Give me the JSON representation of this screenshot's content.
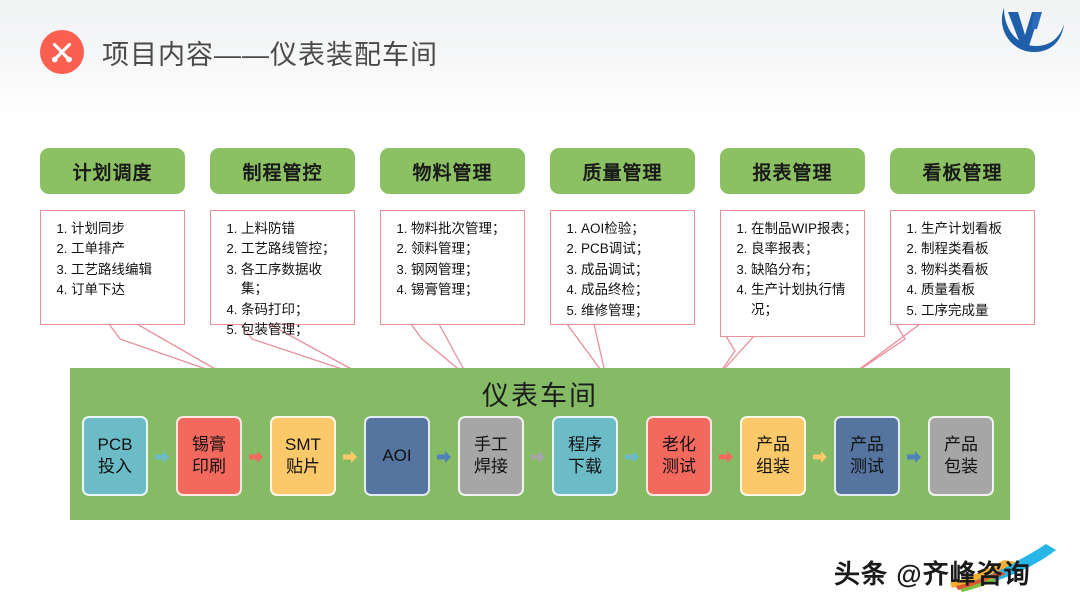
{
  "slide": {
    "title": "项目内容——仪表装配车间",
    "title_icon": "crossed-tools-icon",
    "brand_logo": "w-letter-logo",
    "accent_red": "#f9604f",
    "green_pill": "#8CC163",
    "green_band": "#84BB64",
    "callout_border": "#e8909a"
  },
  "modules": [
    {
      "id": "plan-scheduling",
      "title": "计划调度",
      "items": [
        "计划同步",
        "工单排产",
        "工艺路线编辑",
        "订单下达"
      ]
    },
    {
      "id": "process-control",
      "title": "制程管控",
      "items": [
        "上料防错",
        "工艺路线管控；",
        "各工序数据收集；",
        "条码打印；",
        "包装管理；"
      ]
    },
    {
      "id": "material-management",
      "title": "物料管理",
      "items": [
        "物料批次管理；",
        "领料管理；",
        "钢网管理；",
        "锡膏管理；"
      ]
    },
    {
      "id": "quality-management",
      "title": "质量管理",
      "items": [
        "AOI检验；",
        "PCB调试；",
        "成品调试；",
        "成品终检；",
        "维修管理；"
      ]
    },
    {
      "id": "report-management",
      "title": "报表管理",
      "items": [
        "在制品WIP报表；",
        "良率报表；",
        "缺陷分布；",
        "生产计划执行情况；"
      ]
    },
    {
      "id": "kanban-management",
      "title": "看板管理",
      "items": [
        "生产计划看板",
        "制程类看板",
        "物料类看板",
        "质量看板",
        "工序完成量"
      ]
    }
  ],
  "workshop": {
    "band_title": "仪表车间",
    "steps": [
      {
        "id": "pcb-input",
        "line1": "PCB",
        "line2": "投入",
        "color": "#6CBCC8"
      },
      {
        "id": "solder-printing",
        "line1": "锡膏",
        "line2": "印刷",
        "color": "#F4695E"
      },
      {
        "id": "smt-mounting",
        "line1": "SMT",
        "line2": "贴片",
        "color": "#FBC96A"
      },
      {
        "id": "aoi",
        "line1": "AOI",
        "line2": "",
        "color": "#55749F"
      },
      {
        "id": "manual-soldering",
        "line1": "手工",
        "line2": "焊接",
        "color": "#A6A6A6"
      },
      {
        "id": "program-download",
        "line1": "程序",
        "line2": "下载",
        "color": "#6CBCC8"
      },
      {
        "id": "burn-in-test",
        "line1": "老化",
        "line2": "测试",
        "color": "#F4695E"
      },
      {
        "id": "product-assembly",
        "line1": "产品",
        "line2": "组装",
        "color": "#FBC96A"
      },
      {
        "id": "product-test",
        "line1": "产品",
        "line2": "测试",
        "color": "#55749F"
      },
      {
        "id": "product-packing",
        "line1": "产品",
        "line2": "包装",
        "color": "#A6A6A6"
      }
    ],
    "arrow_colors": [
      "#6CBCC8",
      "#F4695E",
      "#FBC96A",
      "#4F81BD",
      "#A6A6A6",
      "#6CBCC8",
      "#F4695E",
      "#FBC96A",
      "#4F81BD"
    ]
  },
  "watermark": {
    "text": "头条 @齐峰咨询"
  }
}
